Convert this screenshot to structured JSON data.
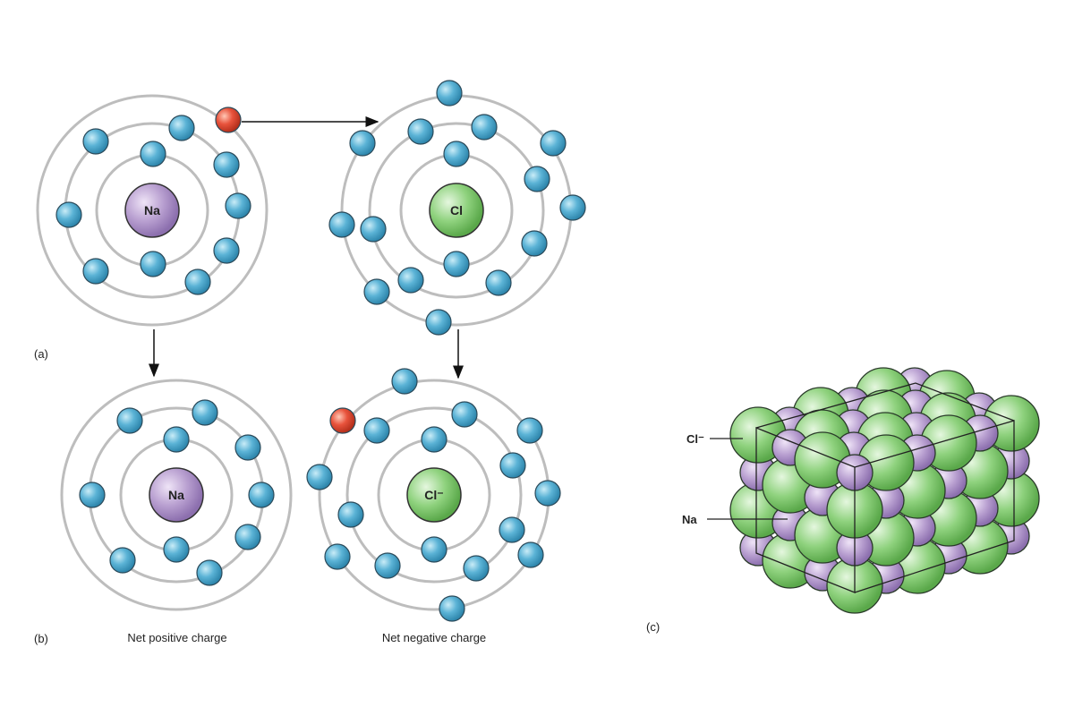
{
  "panels": {
    "a": {
      "label": "(a)",
      "atom1": "Na",
      "atom2": "Cl"
    },
    "b": {
      "label": "(b)",
      "atom1": "Na",
      "atom2": "Cl⁻",
      "caption1": "Net positive charge",
      "caption2": "Net negative charge"
    },
    "c": {
      "label": "(c)",
      "cl_label": "Cl⁻",
      "na_label": "Na"
    }
  },
  "colors": {
    "electron": "#5bb3d6",
    "transferred_electron": "#e8533c",
    "sodium": "#b89fd0",
    "chlorine": "#8fd27e",
    "shell": "#bdbdbd"
  }
}
